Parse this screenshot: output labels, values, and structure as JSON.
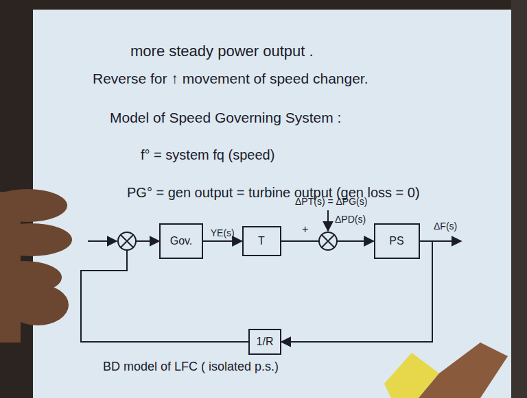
{
  "diagram": {
    "title": "Model of Speed Governing System :",
    "caption": "BD model of LFC ( isolated p.s.)",
    "nodes": [
      {
        "text": [
          "Gov."
        ]
      },
      {
        "text": [
          "T"
        ]
      },
      {
        "text": [
          "PS"
        ]
      },
      {
        "text": [
          "1/R"
        ]
      }
    ],
    "edges": [
      {
        "from": 0,
        "to": 1,
        "label": "YE(s)",
        "arrow": "to"
      },
      {
        "from": 1,
        "to": 2,
        "arrow": "to"
      },
      {
        "from": 2,
        "to": 3,
        "arrow": "to"
      },
      {
        "from": 3,
        "to": 0,
        "arrow": "to"
      }
    ],
    "labels": [
      "more steady power output .",
      "Reverse for ↑ movement of speed changer.",
      "f° = system fq (speed)",
      "PG° = gen output = turbine output (gen loss = 0)",
      "+",
      "ΔPT(s) = ΔPG(s)",
      "ΔPD(s)",
      "ΔF(s)"
    ]
  }
}
